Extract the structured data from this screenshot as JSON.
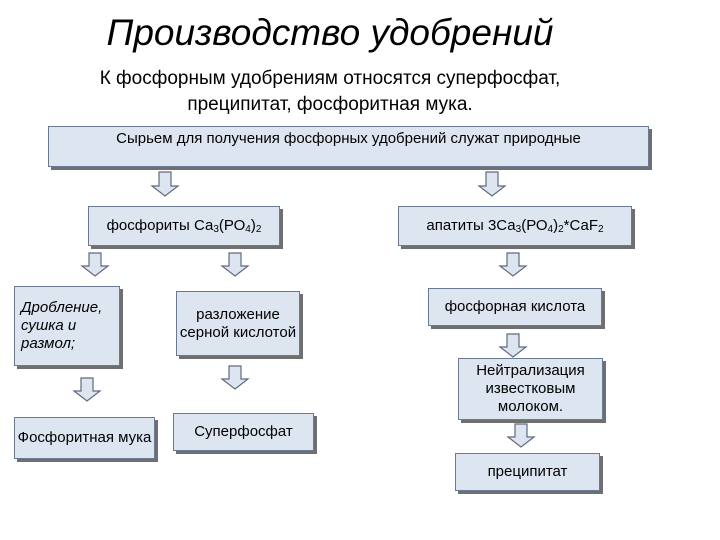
{
  "title": "Производство удобрений",
  "subtitle_line1": "К фосфорным удобрениям относятся суперфосфат,",
  "subtitle_line2": "преципитат, фосфоритная мука.",
  "nodes": {
    "raw": "Сырьем для получения фосфорных удобрений служат природные",
    "phosphorites": {
      "text": "фосфориты Са",
      "s1": "3",
      "m1": "(РО",
      "s2": "4",
      "m2": ")",
      "s3": "2"
    },
    "apatites": {
      "text": "апатиты 3Са",
      "s1": "3",
      "m1": "(РО",
      "s2": "4",
      "m2": ")",
      "s3": "2",
      "m3": "*СаF",
      "s4": "2"
    },
    "crushing": "Дробление, сушка и размол;",
    "decomposition": "разложение серной кислотой",
    "phosphoric_acid": "фосфорная кислота",
    "phosphorite_flour": "Фосфоритная мука",
    "superphosphate": "Суперфосфат",
    "neutralization": "Нейтрализация известковым молоком.",
    "precipitate": "преципитат"
  },
  "colors": {
    "box_fill": "#dde5f1",
    "box_border": "#6a7a92",
    "shadow": "#6f6f6f",
    "arrow_fill": "#dde5f1",
    "arrow_stroke": "#5f6b7c"
  }
}
